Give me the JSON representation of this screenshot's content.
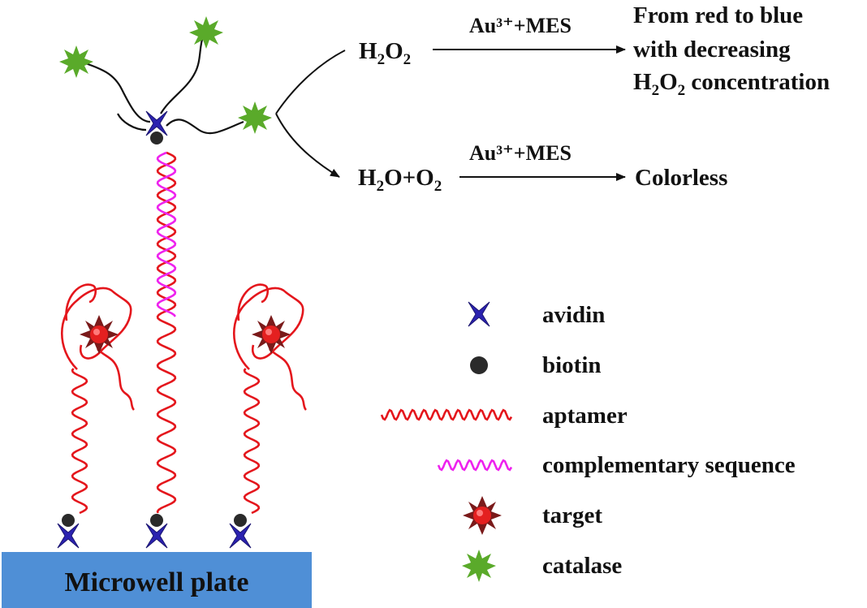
{
  "reactions": {
    "top": {
      "reagent": "Au³⁺+MES",
      "h2o2_h": "H",
      "h2o2_sub1": "2",
      "h2o2_o": "O",
      "h2o2_sub2": "2",
      "result_line1": "From red to blue",
      "result_line2": "with decreasing",
      "result_line3_h": "H",
      "result_line3_sub1": "2",
      "result_line3_o": "O",
      "result_line3_sub2": "2",
      "result_line3_rest": " concentration"
    },
    "bottom": {
      "reagent": "Au³⁺+MES",
      "prod_h": "H",
      "prod_sub1": "2",
      "prod_mid": "O+O",
      "prod_sub2": "2",
      "result": "Colorless"
    }
  },
  "legend": {
    "avidin": "avidin",
    "biotin": "biotin",
    "aptamer": "aptamer",
    "complementary": "complementary sequence",
    "target": "target",
    "catalase": "catalase"
  },
  "plate": {
    "label": "Microwell plate"
  },
  "colors": {
    "avidin": "#2b22b0",
    "biotin": "#2a2a2a",
    "aptamer": "#e4161c",
    "complementary": "#ee22ee",
    "target": "#d81818",
    "target_spikes": "#7a1a1a",
    "catalase": "#5aaa2a",
    "plate": "#4f8fd6"
  }
}
